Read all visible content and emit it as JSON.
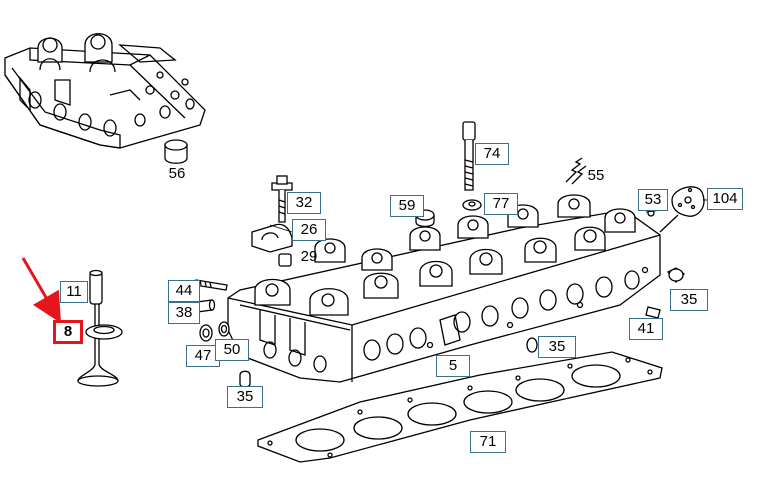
{
  "diagram": {
    "labels": {
      "p56": "56",
      "p74": "74",
      "p55": "55",
      "p59": "59",
      "p77": "77",
      "p53": "53",
      "p104": "104",
      "p32": "32",
      "p26": "26",
      "p29": "29",
      "p11": "11",
      "p44": "44",
      "p38": "38",
      "p35a": "35",
      "p8": "8",
      "p47": "47",
      "p50": "50",
      "p41": "41",
      "p35b": "35",
      "p5": "5",
      "p35c": "35",
      "p71": "71"
    },
    "highlighted_part": "8",
    "highlight_color": "#e4161b",
    "line_color": "#000000",
    "label_border_color": "#3b6f8a"
  }
}
